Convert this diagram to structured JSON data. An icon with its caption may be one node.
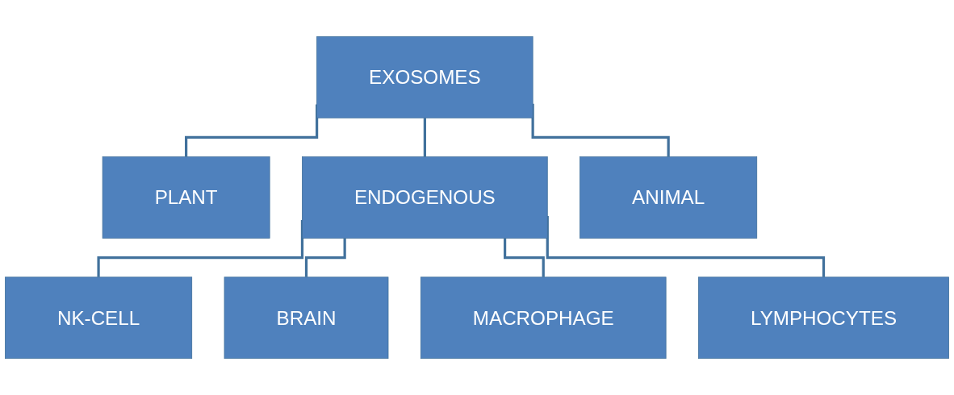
{
  "diagram": {
    "nodes": [
      {
        "text": [
          "EXOSOMES"
        ]
      },
      {
        "text": [
          "PLANT"
        ]
      },
      {
        "text": [
          "ENDOGENOUS"
        ]
      },
      {
        "text": [
          "ANIMAL"
        ]
      },
      {
        "text": [
          "NK-CELL"
        ]
      },
      {
        "text": [
          "BRAIN"
        ]
      },
      {
        "text": [
          "MACROPHAGE"
        ]
      },
      {
        "text": [
          "LYMPHOCYTES"
        ]
      }
    ],
    "edges": [
      {
        "from": 0,
        "to": 1,
        "arrow": "none"
      },
      {
        "from": 0,
        "to": 2,
        "arrow": "none"
      },
      {
        "from": 0,
        "to": 3,
        "arrow": "none"
      },
      {
        "from": 2,
        "to": 4,
        "arrow": "none"
      },
      {
        "from": 2,
        "to": 5,
        "arrow": "none"
      },
      {
        "from": 2,
        "to": 6,
        "arrow": "none"
      },
      {
        "from": 2,
        "to": 7,
        "arrow": "none"
      }
    ]
  }
}
